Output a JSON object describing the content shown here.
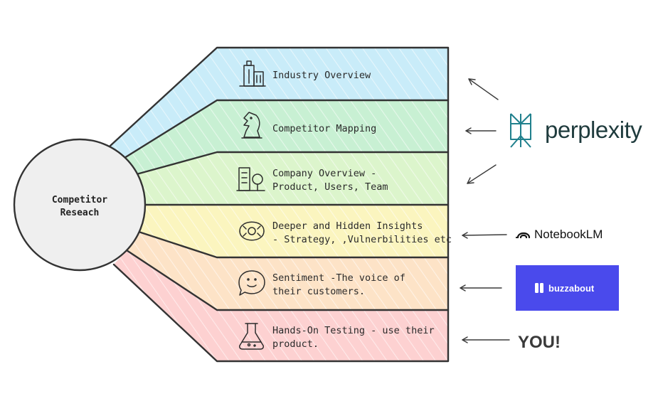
{
  "hub": {
    "line1": "Competitor",
    "line2": "Reseach"
  },
  "rows": [
    {
      "line1": "Industry Overview",
      "line2": "",
      "icon": "buildings-icon",
      "color": "#c9ecf9"
    },
    {
      "line1": "Competitor Mapping",
      "line2": "",
      "icon": "chess-knight-icon",
      "color": "#c8f0d3"
    },
    {
      "line1": "Company Overview -",
      "line2": "Product, Users, Team",
      "icon": "office-tree-icon",
      "color": "#dcf5cc"
    },
    {
      "line1": "Deeper and Hidden Insights",
      "line2": "- Strategy, ,Vulnerbilities etc",
      "icon": "pearl-shell-icon",
      "color": "#fbf5bf"
    },
    {
      "line1": "Sentiment -The voice of",
      "line2": "their customers.",
      "icon": "speech-bubble-icon",
      "color": "#fde3c7"
    },
    {
      "line1": "Hands-On Testing - use their",
      "line2": "product.",
      "icon": "flask-icon",
      "color": "#fdd1d1"
    }
  ],
  "tools": {
    "perplexity": {
      "label": "perplexity",
      "color": "#1f3b3d",
      "icon_color": "#20808d"
    },
    "notebooklm": {
      "label": "NotebookLM"
    },
    "buzzabout": {
      "label": "buzzabout",
      "color": "#4a4aec"
    },
    "you": {
      "label": "YOU!"
    }
  }
}
